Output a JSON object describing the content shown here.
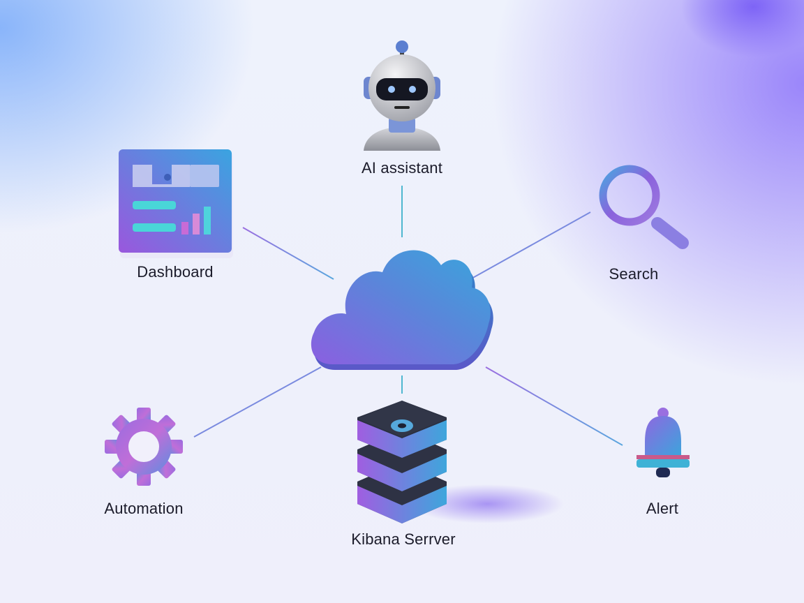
{
  "diagram": {
    "center": {
      "name": "cloud"
    },
    "nodes": [
      {
        "id": "ai",
        "label": "AI assistant",
        "icon": "robot-icon"
      },
      {
        "id": "dashboard",
        "label": "Dashboard",
        "icon": "dashboard-icon"
      },
      {
        "id": "search",
        "label": "Search",
        "icon": "magnifier-icon"
      },
      {
        "id": "automation",
        "label": "Automation",
        "icon": "gear-icon"
      },
      {
        "id": "server",
        "label": "Kibana Serrver",
        "icon": "server-stack-icon"
      },
      {
        "id": "alert",
        "label": "Alert",
        "icon": "bell-icon"
      }
    ],
    "edges": [
      {
        "from": "cloud",
        "to": "ai"
      },
      {
        "from": "cloud",
        "to": "dashboard"
      },
      {
        "from": "cloud",
        "to": "search"
      },
      {
        "from": "cloud",
        "to": "automation"
      },
      {
        "from": "cloud",
        "to": "server"
      },
      {
        "from": "cloud",
        "to": "alert"
      }
    ],
    "colors": {
      "accent_blue": "#3a9fdc",
      "accent_purple": "#8a55e0",
      "connector": "#7e7fd6"
    }
  }
}
